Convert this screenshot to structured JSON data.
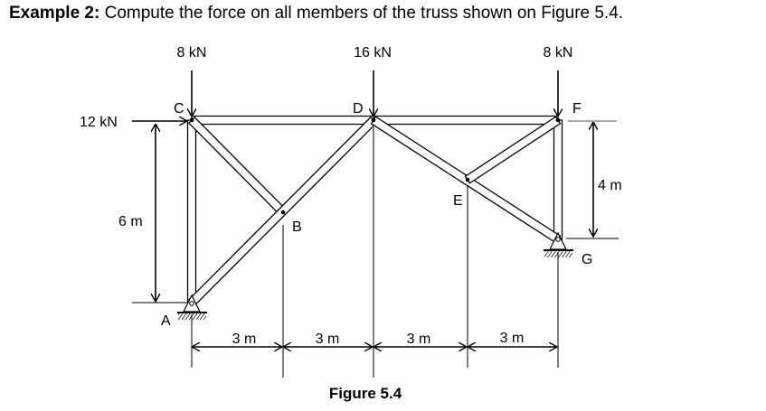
{
  "problem": {
    "label": "Example 2:",
    "text": "Compute the force on all members of the truss shown on Figure 5.4."
  },
  "figure": {
    "caption": "Figure 5.4",
    "loads": {
      "C_vertical": "8 kN",
      "D_vertical": "16 kN",
      "F_vertical": "8 kN",
      "C_horizontal": "12 kN"
    },
    "nodes": {
      "A": "A",
      "B": "B",
      "C": "C",
      "D": "D",
      "E": "E",
      "F": "F",
      "G": "G"
    },
    "dimensions": {
      "left_height": "6 m",
      "right_height": "4 m",
      "spans": [
        "3 m",
        "3 m",
        "3 m",
        "3 m"
      ]
    },
    "members": [
      {
        "from": "C",
        "to": "D"
      },
      {
        "from": "D",
        "to": "F"
      },
      {
        "from": "A",
        "to": "C"
      },
      {
        "from": "F",
        "to": "G"
      },
      {
        "from": "C",
        "to": "B"
      },
      {
        "from": "A",
        "to": "D"
      },
      {
        "from": "D",
        "to": "G"
      },
      {
        "from": "E",
        "to": "F"
      }
    ],
    "supports": [
      "A",
      "G"
    ]
  }
}
